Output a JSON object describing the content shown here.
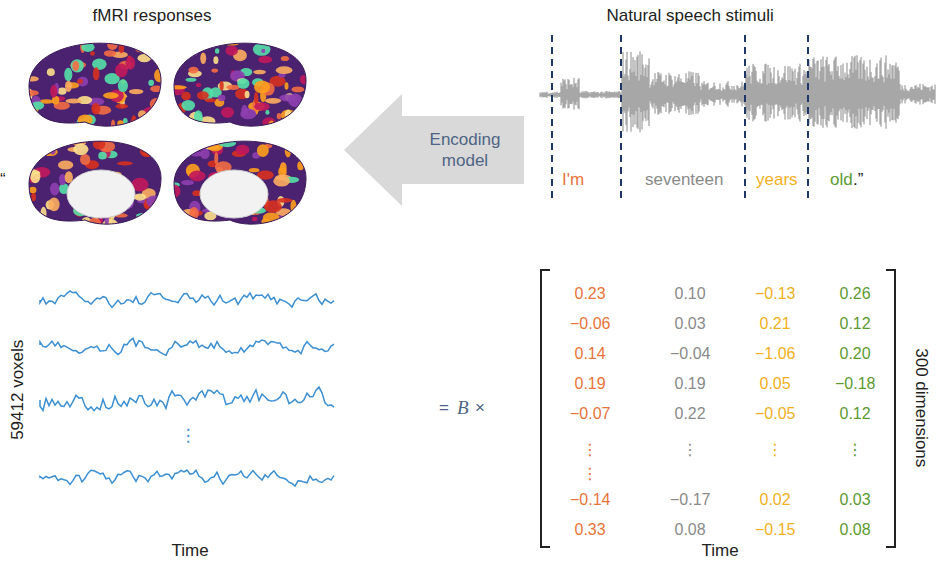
{
  "diagram": {
    "nodes": [
      {
        "text": [
          "Encoding model"
        ]
      }
    ],
    "labels": [
      "fMRI responses",
      "Natural speech stimuli",
      "“",
      "I'm",
      "seventeen",
      "years",
      "old",
      ".”",
      "59412 voxels",
      "⋮",
      "=",
      "B",
      "×",
      "Time",
      "Time",
      "300 dimensions",
      "0.23",
      "0.10",
      "−0.13",
      "0.26",
      "−0.06",
      "0.03",
      "0.21",
      "0.12",
      "0.14",
      "−0.04",
      "−1.06",
      "0.20",
      "0.19",
      "0.19",
      "0.05",
      "−0.18",
      "−0.07",
      "0.22",
      "−0.05",
      "0.12",
      "⋮",
      "⋮",
      "⋮",
      "⋮",
      "⋮",
      "−0.14",
      "−0.17",
      "0.02",
      "0.03",
      "0.33",
      "0.08",
      "−0.15",
      "0.08"
    ]
  }
}
